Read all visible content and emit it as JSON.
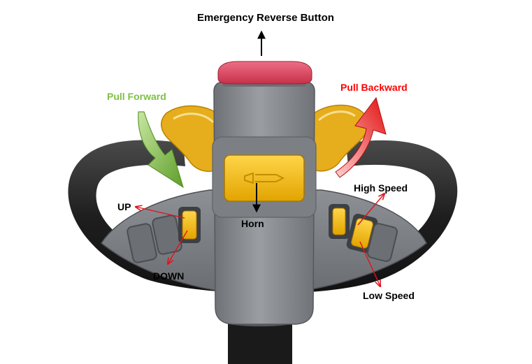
{
  "labels": {
    "emergency_reverse": "Emergency Reverse Button",
    "pull_forward": "Pull Forward",
    "pull_backward": "Pull Backward",
    "up": "UP",
    "horn": "Horn",
    "down": "DOWN",
    "high_speed": "High Speed",
    "low_speed": "Low Speed"
  },
  "colors": {
    "forward_arrow": "#6aa632",
    "backward_arrow": "#e31212",
    "pointer_red": "#e0141c",
    "pointer_black": "#000000",
    "handle_body": "#8a8e92",
    "grip_black": "#1c1c1c",
    "yellow_button": "#f5b400",
    "emergency_button": "#d9475e"
  }
}
